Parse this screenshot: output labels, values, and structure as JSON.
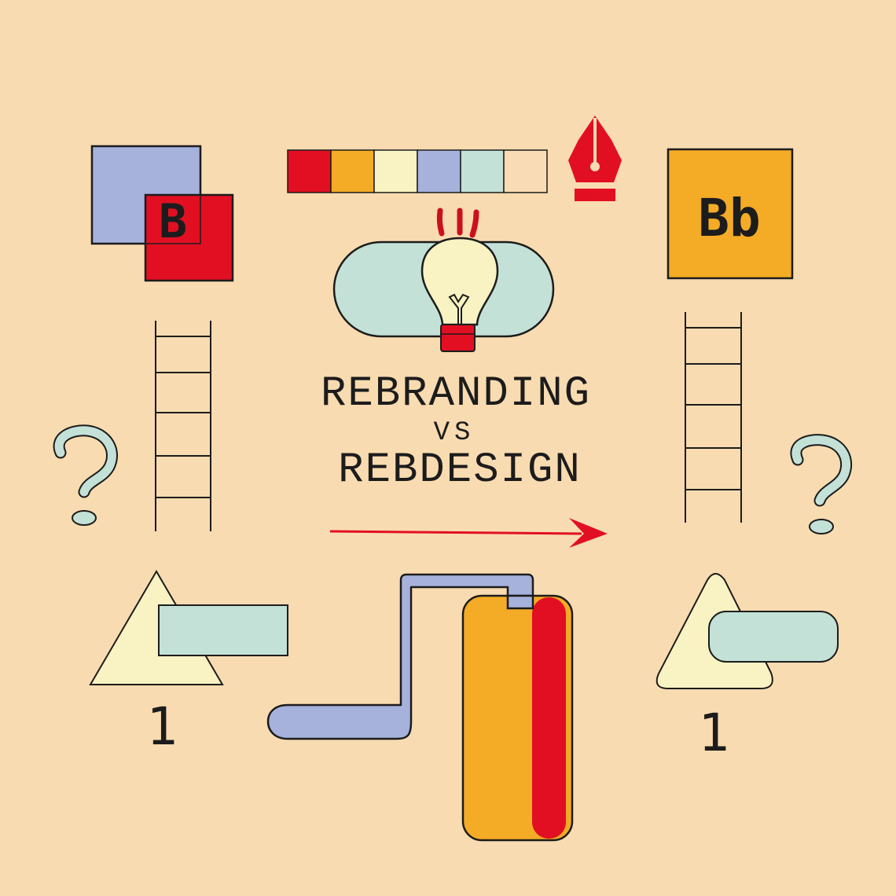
{
  "headline": {
    "line1": "REBRANDING",
    "line2": "VS",
    "line3": "REBDESIGN"
  },
  "logos": {
    "old_letter": "B",
    "new_letters": "Bb"
  },
  "labels": {
    "left_number": "1",
    "right_number": "1"
  },
  "palette": {
    "background": "#f8dbb0",
    "red": "#e20f22",
    "orange": "#f4ab25",
    "cream": "#f9f2c2",
    "lavender": "#a6b2dc",
    "mint": "#c3e1d7",
    "peach": "#f9dcb6",
    "outline": "#1c1c1c"
  },
  "swatches": [
    "#e20f22",
    "#f4ab25",
    "#f9f2c2",
    "#a6b2dc",
    "#c3e1d7",
    "#f9dcb6"
  ],
  "icons": {
    "pen_nib": "pen-nib-icon",
    "light_bulb": "light-bulb-icon",
    "question_mark": "question-mark-icon",
    "arrow": "arrow-right-icon",
    "paint_roller": "paint-roller-icon",
    "ladder": "ladder-icon"
  }
}
